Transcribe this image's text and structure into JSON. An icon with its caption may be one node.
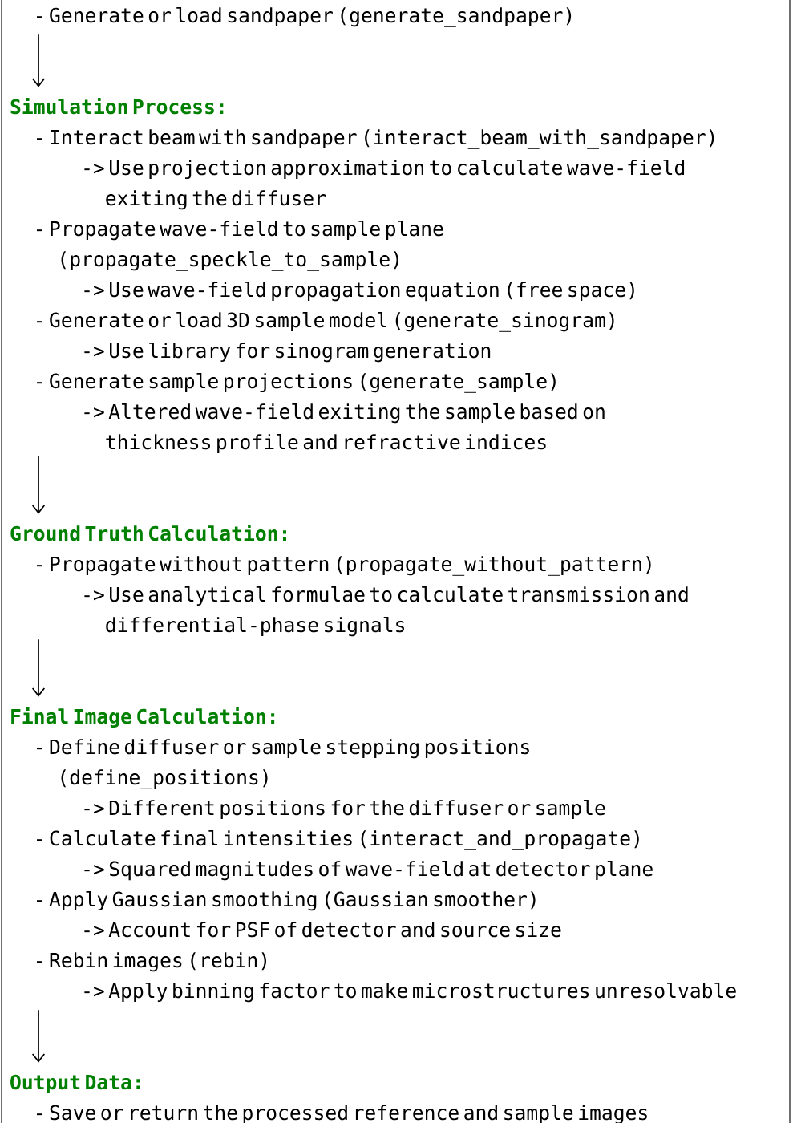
{
  "diagram": {
    "nodes": [
      {
        "text": [
          "- Generate or load sandpaper (generate_sandpaper)"
        ]
      },
      {
        "text": [
          "Simulation Process:",
          "- Interact beam with sandpaper (interact_beam_with_sandpaper)",
          "-> Use projection approximation to calculate wave-field exiting the diffuser",
          "- Propagate wave-field to sample plane (propagate_speckle_to_sample)",
          "-> Use wave-field propagation equation (free space)",
          "- Generate or load 3D sample model (generate_sinogram)",
          "-> Use library for sinogram generation",
          "- Generate sample projections (generate_sample)",
          "-> Altered wave-field exiting the sample based on thickness profile and refractive indices"
        ]
      },
      {
        "text": [
          "Ground Truth Calculation:",
          "- Propagate without pattern (propagate_without_pattern)",
          "-> Use analytical formulae to calculate transmission and differential-phase signals"
        ]
      },
      {
        "text": [
          "Final Image Calculation:",
          "- Define diffuser or sample stepping positions (define_positions)",
          "-> Different positions for the diffuser or sample",
          "- Calculate final intensities (interact_and_propagate)",
          "-> Squared magnitudes of wave-field at detector plane",
          "- Apply Gaussian smoothing (Gaussian smoother)",
          "-> Account for PSF of detector and source size",
          "- Rebin images (rebin)",
          "-> Apply binning factor to make microstructures unresolvable"
        ]
      },
      {
        "text": [
          "Output Data:",
          "- Save or return the processed reference and sample images"
        ]
      }
    ],
    "edges": [
      {
        "from": 0,
        "to": 1,
        "arrow": "to"
      },
      {
        "from": 1,
        "to": 2,
        "arrow": "to"
      },
      {
        "from": 2,
        "to": 3,
        "arrow": "to"
      },
      {
        "from": 3,
        "to": 4,
        "arrow": "to"
      }
    ]
  }
}
